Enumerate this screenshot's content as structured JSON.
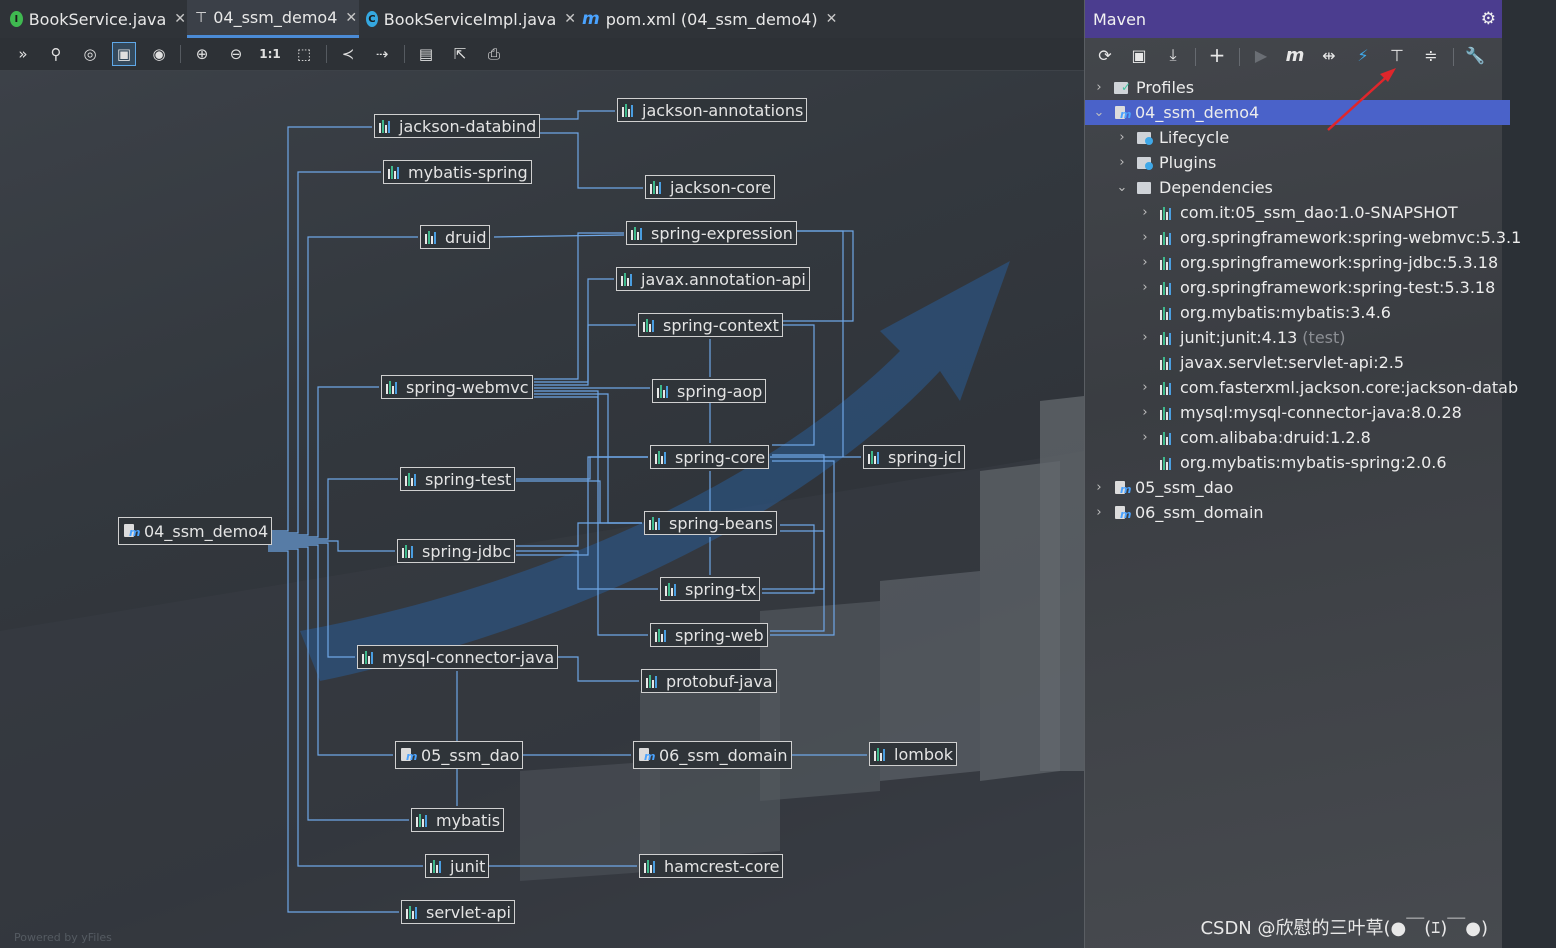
{
  "tabs": [
    {
      "label": "BookService.java",
      "icon": "interface-icon",
      "active": false
    },
    {
      "label": "04_ssm_demo4",
      "icon": "diagram-icon",
      "active": true
    },
    {
      "label": "BookServiceImpl.java",
      "icon": "class-icon",
      "active": false
    },
    {
      "label": "pom.xml (04_ssm_demo4)",
      "icon": "maven-icon",
      "active": false
    }
  ],
  "diagram_toolbar": {
    "icons": [
      "layout-icon",
      "hierarchy-icon",
      "focus-icon",
      "fit-content-icon",
      "view-icon",
      "zoom-in-icon",
      "zoom-out-icon",
      "actual-size-icon",
      "fit-window-icon",
      "share-icon",
      "route-icon",
      "save-icon",
      "export-icon",
      "print-icon"
    ],
    "actual_size_label": "1:1"
  },
  "diagram": {
    "nodes": {
      "jackson_databind": "jackson-databind",
      "jackson_annotations": "jackson-annotations",
      "mybatis_spring": "mybatis-spring",
      "jackson_core": "jackson-core",
      "druid": "druid",
      "spring_expression": "spring-expression",
      "javax_annotation_api": "javax.annotation-api",
      "spring_context": "spring-context",
      "spring_webmvc": "spring-webmvc",
      "spring_aop": "spring-aop",
      "spring_core": "spring-core",
      "spring_jcl": "spring-jcl",
      "spring_test": "spring-test",
      "root": "04_ssm_demo4",
      "spring_beans": "spring-beans",
      "spring_jdbc": "spring-jdbc",
      "spring_tx": "spring-tx",
      "spring_web": "spring-web",
      "mysql_connector_java": "mysql-connector-java",
      "protobuf_java": "protobuf-java",
      "ssm_dao": "05_ssm_dao",
      "ssm_domain": "06_ssm_domain",
      "lombok": "lombok",
      "mybatis": "mybatis",
      "junit": "junit",
      "hamcrest_core": "hamcrest-core",
      "servlet_api": "servlet-api"
    },
    "powered_by": "Powered by yFiles"
  },
  "maven": {
    "title": "Maven",
    "toolbar_icons": [
      "reload-icon",
      "add-project-icon",
      "download-icon",
      "plus-icon",
      "run-icon",
      "maven-goal-icon",
      "toggle-offline-icon",
      "skip-tests-icon",
      "show-dependencies-icon",
      "collapse-all-icon",
      "settings-icon"
    ],
    "tree": {
      "profiles": "Profiles",
      "project": "04_ssm_demo4",
      "lifecycle": "Lifecycle",
      "plugins": "Plugins",
      "dependencies": "Dependencies",
      "deps": [
        {
          "label": "com.it:05_ssm_dao:1.0-SNAPSHOT",
          "expandable": true,
          "scope": ""
        },
        {
          "label": "org.springframework:spring-webmvc:5.3.1",
          "expandable": true,
          "scope": ""
        },
        {
          "label": "org.springframework:spring-jdbc:5.3.18",
          "expandable": true,
          "scope": ""
        },
        {
          "label": "org.springframework:spring-test:5.3.18",
          "expandable": true,
          "scope": ""
        },
        {
          "label": "org.mybatis:mybatis:3.4.6",
          "expandable": false,
          "scope": ""
        },
        {
          "label": "junit:junit:4.13",
          "expandable": true,
          "scope": "(test)"
        },
        {
          "label": "javax.servlet:servlet-api:2.5",
          "expandable": false,
          "scope": ""
        },
        {
          "label": "com.fasterxml.jackson.core:jackson-datab",
          "expandable": true,
          "scope": ""
        },
        {
          "label": "mysql:mysql-connector-java:8.0.28",
          "expandable": true,
          "scope": ""
        },
        {
          "label": "com.alibaba:druid:1.2.8",
          "expandable": true,
          "scope": ""
        },
        {
          "label": "org.mybatis:mybatis-spring:2.0.6",
          "expandable": false,
          "scope": ""
        }
      ],
      "other_projects": [
        "05_ssm_dao",
        "06_ssm_domain"
      ]
    },
    "watermark": "CSDN @欣慰的三叶草(●￣(ｴ)￣●)"
  },
  "colors": {
    "edge": "#6ea6e6",
    "selection": "#4a62c9",
    "maven_header": "#4b3d8f",
    "annotation_arrow": "#e0262b"
  }
}
